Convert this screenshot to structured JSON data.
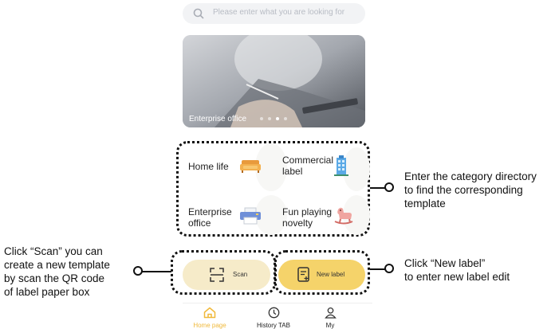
{
  "search": {
    "placeholder": "Please enter what you are looking for"
  },
  "banner": {
    "caption": "Enterprise office",
    "dots": 4,
    "active_dot_index": 2
  },
  "categories": [
    {
      "label_line1": "Home life",
      "label_line2": "",
      "icon": "sofa-icon"
    },
    {
      "label_line1": "Commercial",
      "label_line2": "label",
      "icon": "building-icon"
    },
    {
      "label_line1": "Enterprise",
      "label_line2": "office",
      "icon": "printer-icon"
    },
    {
      "label_line1": "Fun playing",
      "label_line2": "novelty",
      "icon": "rocking-horse-icon"
    }
  ],
  "buttons": {
    "scan_label": "Scan",
    "new_label": "New label"
  },
  "tabbar": {
    "items": [
      {
        "label": "Home page",
        "icon": "home-icon",
        "active": true
      },
      {
        "label": "History TAB",
        "icon": "clock-icon",
        "active": false
      },
      {
        "label": "My",
        "icon": "user-icon",
        "active": false
      }
    ]
  },
  "annotations": {
    "category": [
      "Enter the category directory",
      "to find the corresponding",
      "template"
    ],
    "scan": [
      "Click “Scan” you can",
      "create a new template",
      "by scan the QR code",
      "of label paper box"
    ],
    "new_label": [
      "Click “New label”",
      "to enter new label edit"
    ]
  },
  "colors": {
    "accent": "#f5c842",
    "accent_soft": "#f6ebc9",
    "tab_active": "#f0b93b",
    "outline": "#111111"
  }
}
